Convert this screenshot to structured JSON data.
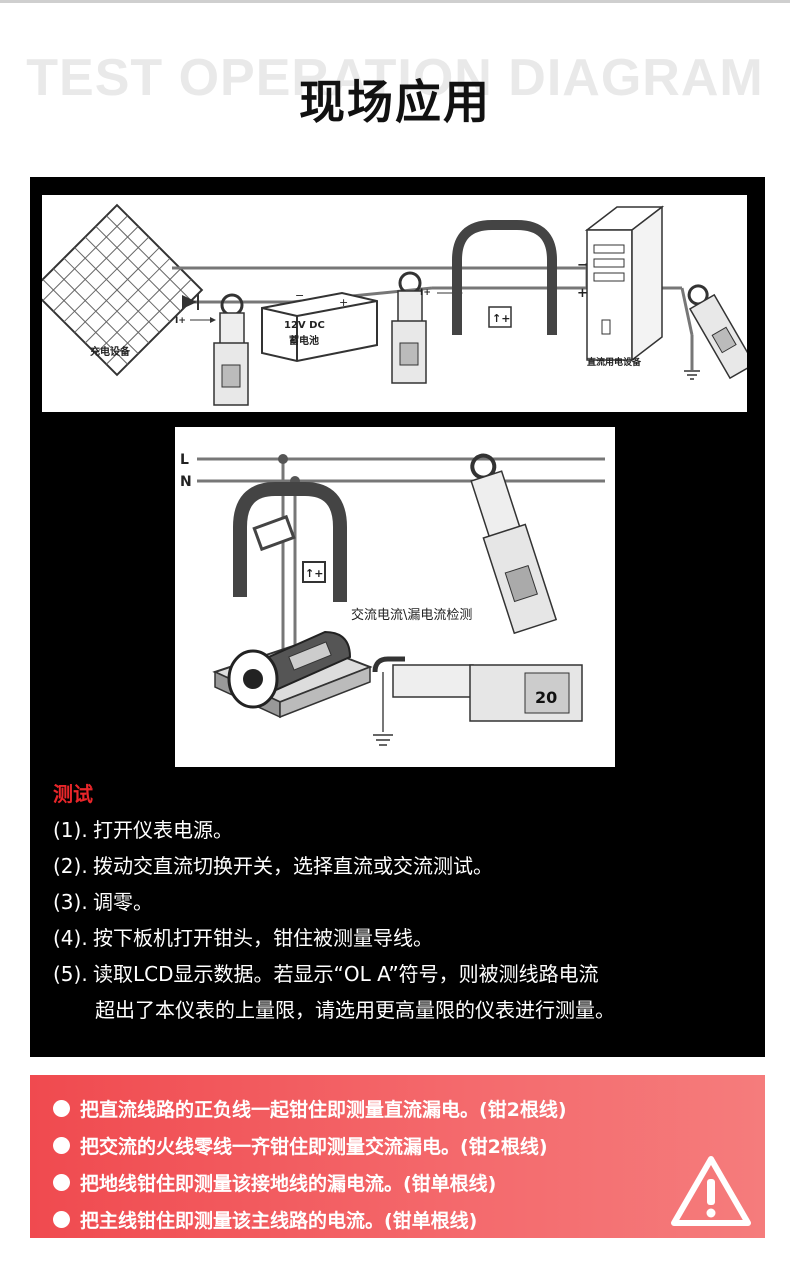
{
  "header": {
    "bg_title": "TEST OPERATION DIAGRAM",
    "title": "现场应用"
  },
  "diagram1": {
    "label_charging": "充电设备",
    "label_battery_voltage": "12V DC",
    "label_battery": "蓄电池",
    "label_current_a": "I+",
    "label_current_b": "I+",
    "label_dc_device": "直流用电设备",
    "label_arrow_badge": "↑+",
    "label_minus": "−",
    "label_plus_1": "+",
    "label_plus_2": "+",
    "label_minus_2": "−"
  },
  "diagram2": {
    "label_l": "L",
    "label_n": "N",
    "label_badge": "↑+",
    "caption": "交流电流\\漏电流检测",
    "lcd_value": "20"
  },
  "test": {
    "heading": "测试",
    "steps": [
      {
        "num": "(1).",
        "text": "打开仪表电源。"
      },
      {
        "num": "(2).",
        "text": "拨动交直流切换开关，选择直流或交流测试。"
      },
      {
        "num": "(3).",
        "text": "调零。"
      },
      {
        "num": "(4).",
        "text": "按下板机打开钳头，钳住被测量导线。"
      },
      {
        "num": "(5).",
        "text": "读取LCD显示数据。若显示“OL A”符号，则被测线路电流"
      }
    ],
    "step5_cont": "超出了本仪表的上量限，请选用更高量限的仪表进行测量。"
  },
  "notes": [
    "把直流线路的正负线一起钳住即测量直流漏电。(钳2根线)",
    "把交流的火线零线一齐钳住即测量交流漏电。(钳2根线)",
    "把地线钳住即测量该接地线的漏电流。(钳单根线)",
    "把主线钳住即测量该主线路的电流。(钳单根线)"
  ],
  "icons": {
    "warning": "warning-triangle-icon"
  },
  "colors": {
    "accent_red": "#e8262a",
    "panel_black": "#000000",
    "panel_red": "#f04a4f"
  }
}
